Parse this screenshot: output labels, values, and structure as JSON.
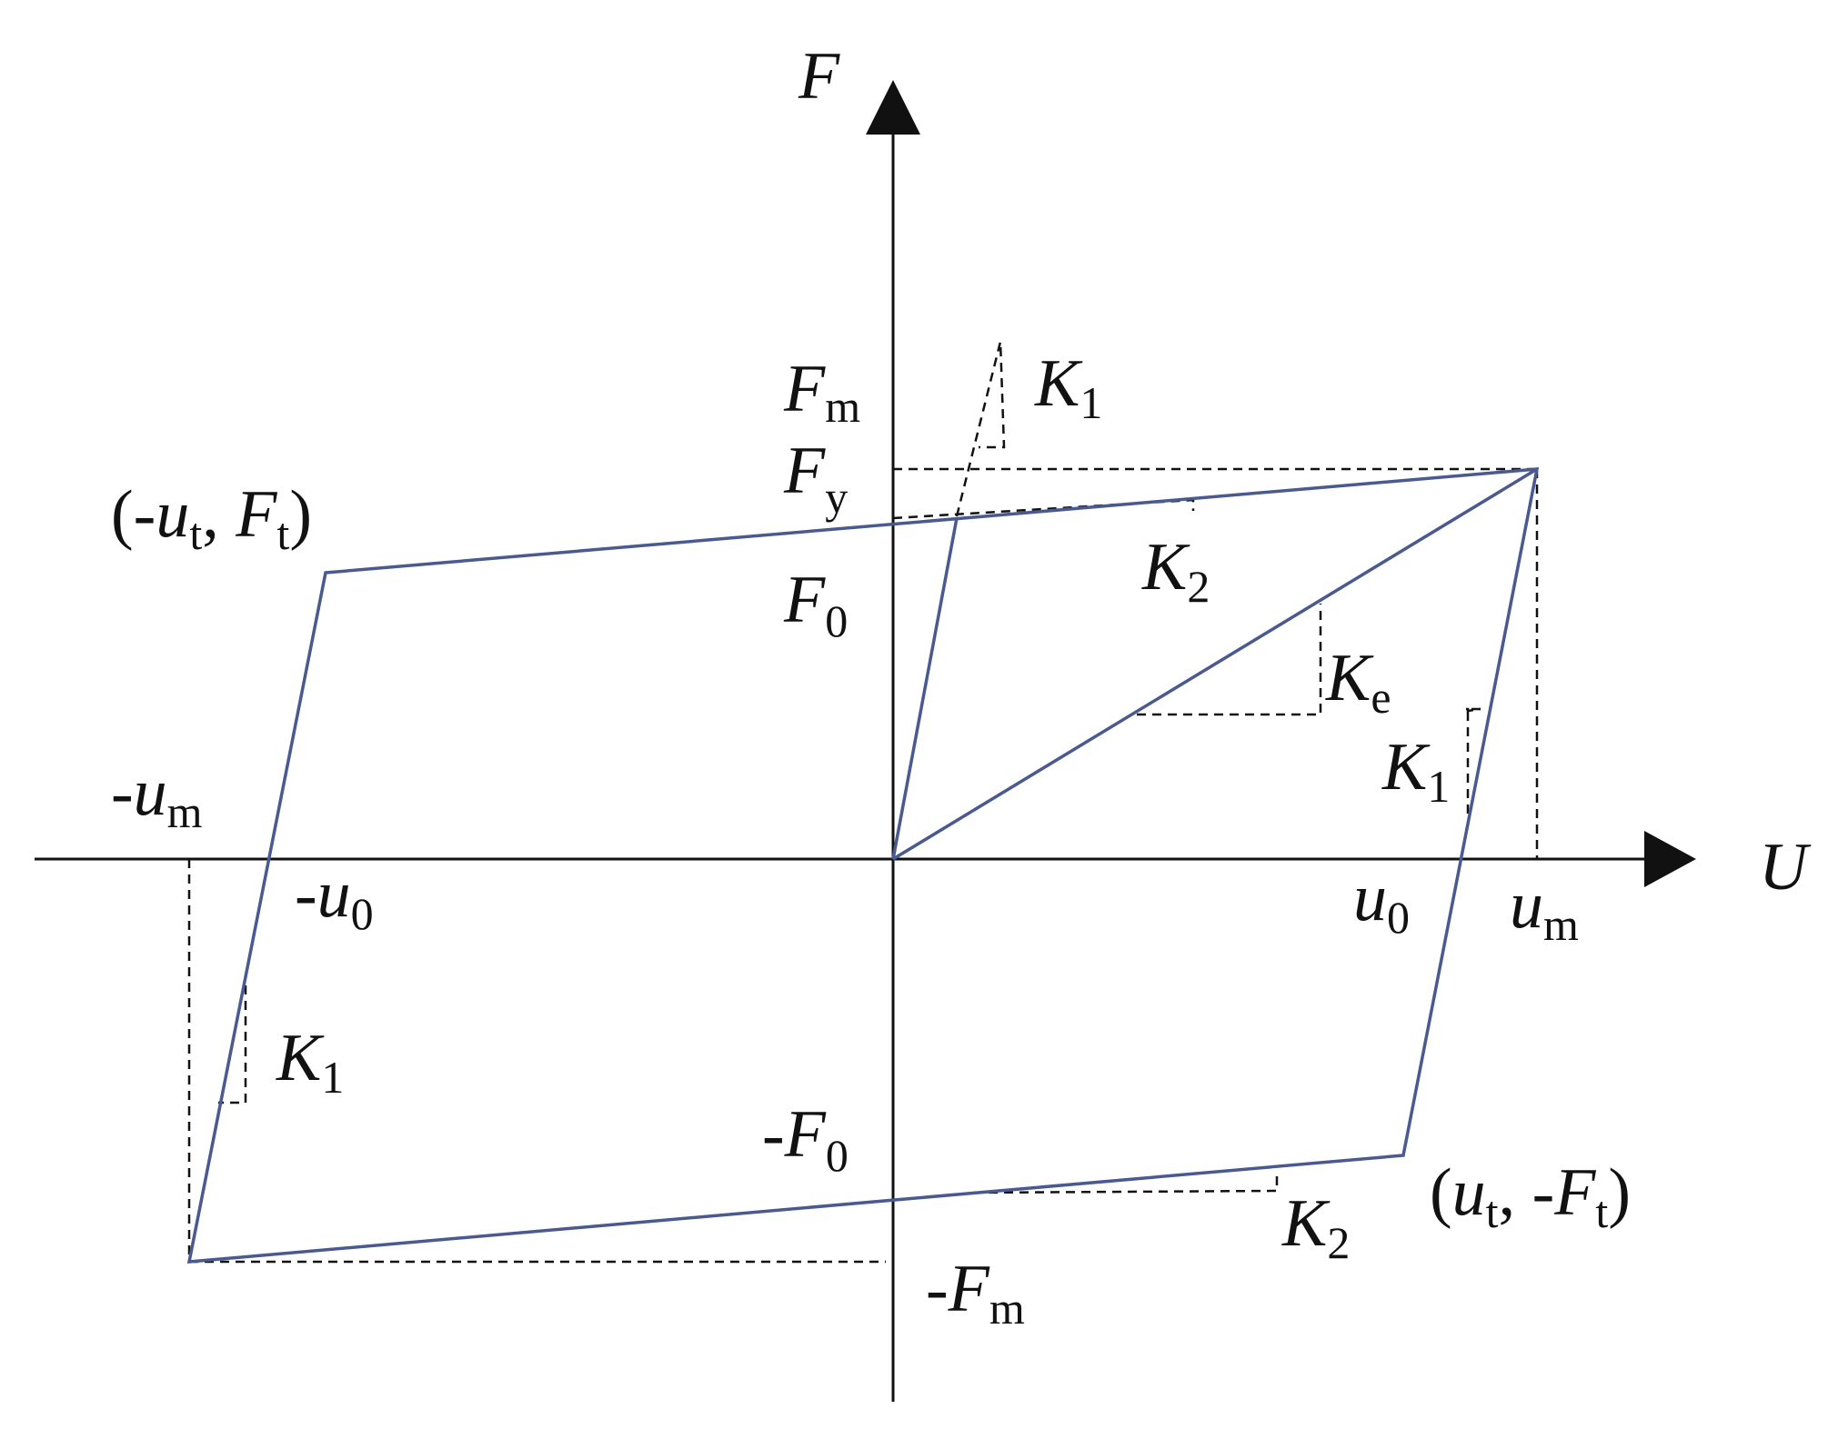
{
  "colors": {
    "loop": "#4a5a90",
    "axis": "#111111",
    "guide": "#111111",
    "background": "#ffffff"
  },
  "axes": {
    "x": {
      "name": "U"
    },
    "y": {
      "name": "F"
    }
  },
  "labels": {
    "F_m": {
      "main": "F",
      "sub": "m"
    },
    "F_y": {
      "main": "F",
      "sub": "y"
    },
    "F_0": {
      "main": "F",
      "sub": "0"
    },
    "negF_0": {
      "prefix": "-",
      "main": "F",
      "sub": "0"
    },
    "negF_m": {
      "prefix": "-",
      "main": "F",
      "sub": "m"
    },
    "u_0": {
      "main": "u",
      "sub": "0"
    },
    "u_m": {
      "main": "u",
      "sub": "m"
    },
    "negu_0": {
      "prefix": "-",
      "main": "u",
      "sub": "0"
    },
    "negu_m": {
      "prefix": "-",
      "main": "u",
      "sub": "m"
    },
    "K1_top": {
      "main": "K",
      "sub": "1"
    },
    "K2_top": {
      "main": "K",
      "sub": "2"
    },
    "Ke": {
      "main": "K",
      "sub": "e"
    },
    "K1_right": {
      "main": "K",
      "sub": "1"
    },
    "K1_left": {
      "main": "K",
      "sub": "1"
    },
    "K2_bottom": {
      "main": "K",
      "sub": "2"
    },
    "point_top_left": {
      "open": "(",
      "sep": ", ",
      "close": ")",
      "x_prefix": "-",
      "x_main": "u",
      "x_sub": "t",
      "y_prefix": "",
      "y_main": "F",
      "y_sub": "t"
    },
    "point_bottom_right": {
      "open": "(",
      "sep": ", ",
      "close": ")",
      "x_prefix": "",
      "x_main": "u",
      "x_sub": "t",
      "y_prefix": "-",
      "y_main": "F",
      "y_sub": "t"
    }
  }
}
